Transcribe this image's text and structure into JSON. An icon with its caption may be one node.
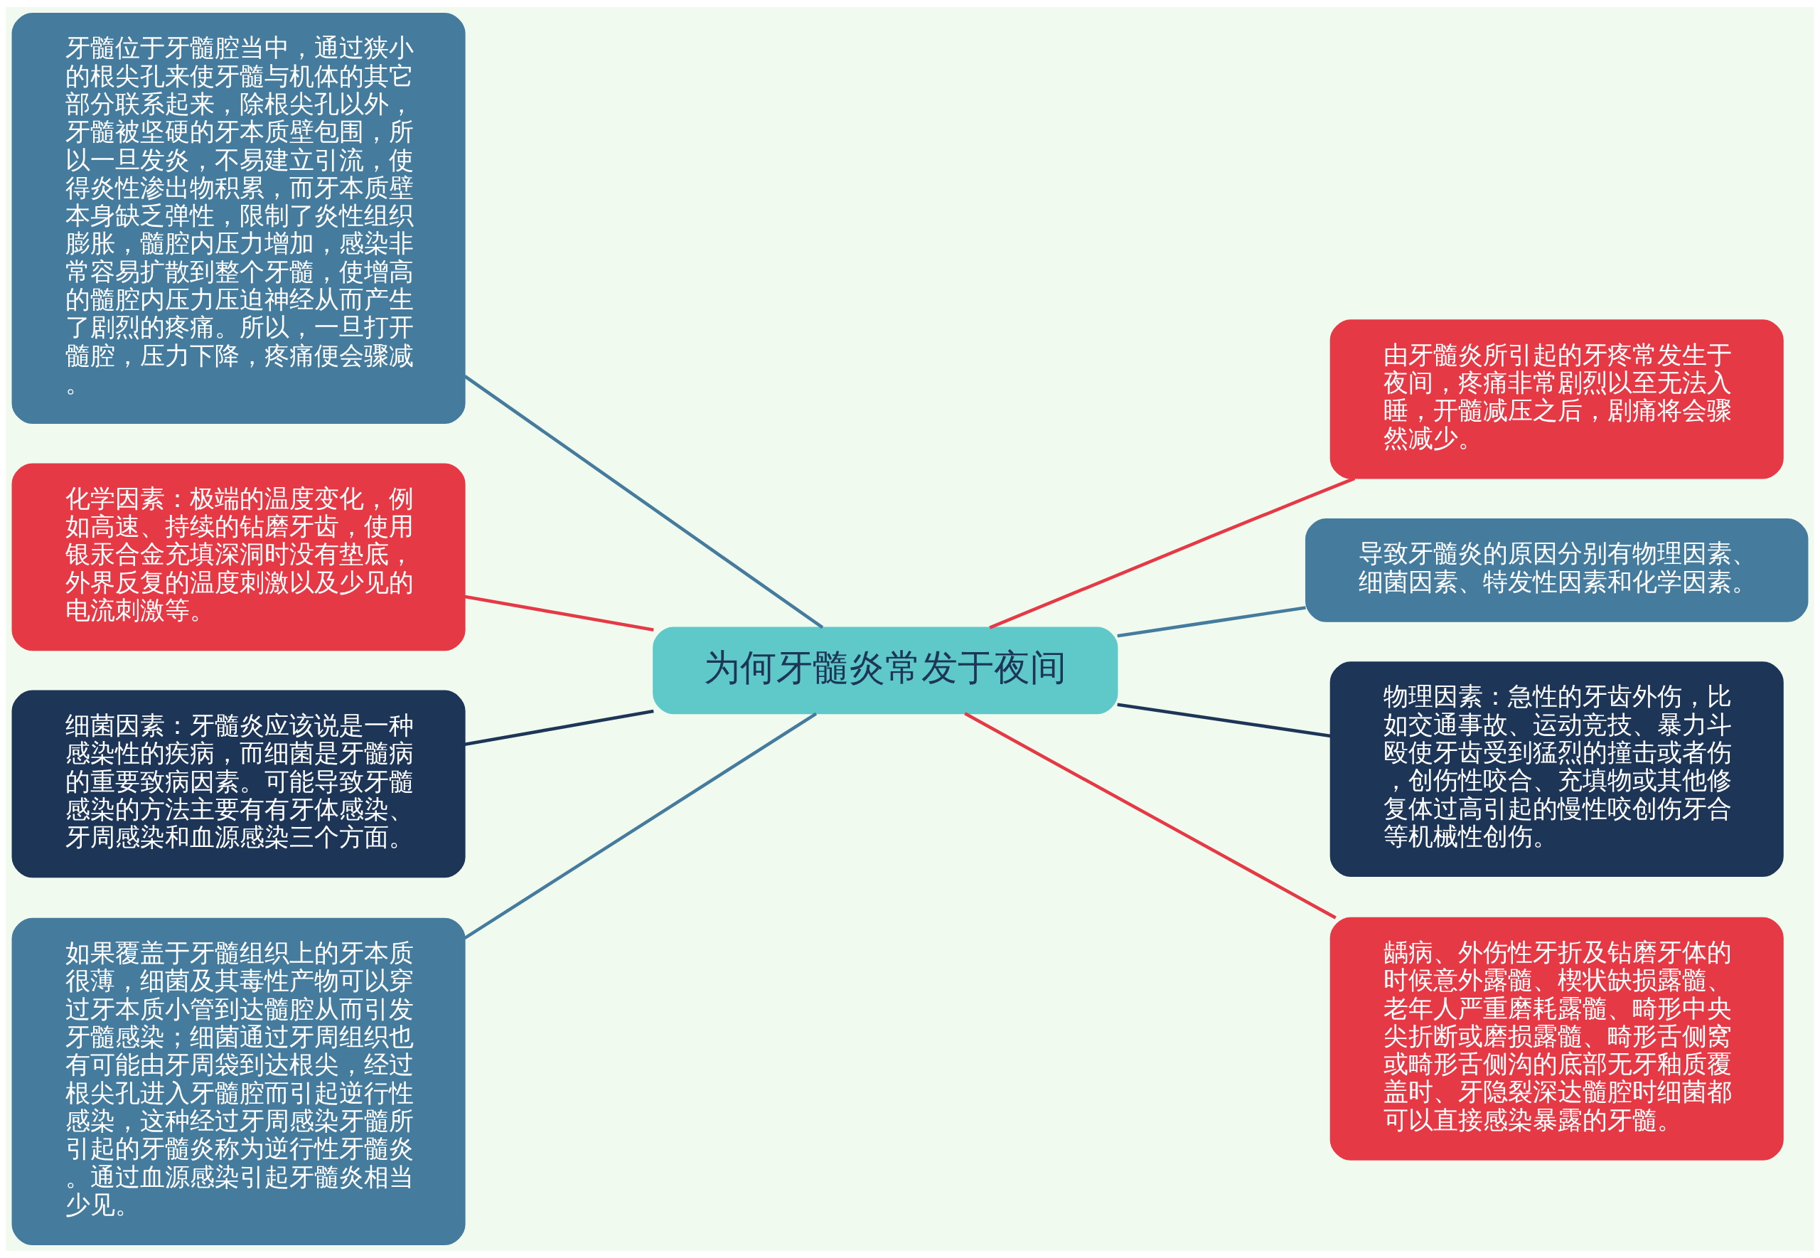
{
  "diagram": {
    "nodes": [
      {
        "text": [
          "为何牙髓炎常发于夜间"
        ]
      },
      {
        "text": [
          "牙髓位于牙髓腔当中，通过狭小的根尖孔来使牙髓与机体的其它部分联系起来，除根尖孔以外，牙髓被坚硬的牙本质壁包围，所以一旦发炎，不易建立引流，使得炎性渗出物积累，而牙本质壁本身缺乏弹性，限制了炎性组织膨胀，髓腔内压力增加，感染非常容易扩散到整个牙髓，使增高的髓腔内压力压迫神经从而产生了剧烈的疼痛。所以，一旦打开髓腔，压力下降，疼痛便会骤减。"
        ]
      },
      {
        "text": [
          "化学因素：极端的温度变化，例如高速、持续的钻磨牙齿，使用银汞合金充填深洞时没有垫底，外界反复的温度刺激以及少见的电流刺激等。"
        ]
      },
      {
        "text": [
          "细菌因素：牙髓炎应该说是一种感染性的疾病，而细菌是牙髓病的重要致病因素。可能导致牙髓感染的方法主要有有牙体感染、牙周感染和血源感染三个方面。"
        ]
      },
      {
        "text": [
          "如果覆盖于牙髓组织上的牙本质很薄，细菌及其毒性产物可以穿过牙本质小管到达髓腔从而引发牙髓感染；细菌通过牙周组织也有可能由牙周袋到达根尖，经过根尖孔进入牙髓腔而引起逆行性感染，这种经过牙周感染牙髓所引起的牙髓炎称为逆行性牙髓炎。通过血源感染引起牙髓炎相当少见。"
        ]
      },
      {
        "text": [
          "由牙髓炎所引起的牙疼常发生于夜间，疼痛非常剧烈以至无法入睡，开髓减压之后，剧痛将会骤然减少。"
        ]
      },
      {
        "text": [
          "导致牙髓炎的原因分别有物理因素、细菌因素、特发性因素和化学因素。"
        ]
      },
      {
        "text": [
          "物理因素：急性的牙齿外伤，比如交通事故、运动竞技、暴力斗殴使牙齿受到猛烈的撞击或者伤，创伤性咬合、充填物或其他修复体过高引起的慢性咬创伤牙合等机械性创伤。"
        ]
      },
      {
        "text": [
          "龋病、外伤性牙折及钻磨牙体的时候意外露髓、楔状缺损露髓、老年人严重磨耗露髓、畸形中央尖折断或磨损露髓、畸形舌侧窝或畸形舌侧沟的底部无牙釉质覆盖时、牙隐裂深达髓腔时细菌都可以直接感染暴露的牙髓。"
        ]
      }
    ],
    "edges": [
      {
        "from": 0,
        "to": 1,
        "arrow": "none",
        "color": "#457b9d"
      },
      {
        "from": 0,
        "to": 2,
        "arrow": "none",
        "color": "#e63946"
      },
      {
        "from": 0,
        "to": 3,
        "arrow": "none",
        "color": "#1d3557"
      },
      {
        "from": 0,
        "to": 4,
        "arrow": "none",
        "color": "#457b9d"
      },
      {
        "from": 0,
        "to": 5,
        "arrow": "none",
        "color": "#e63946"
      },
      {
        "from": 0,
        "to": 6,
        "arrow": "none",
        "color": "#457b9d"
      },
      {
        "from": 0,
        "to": 7,
        "arrow": "none",
        "color": "#1d3557"
      },
      {
        "from": 0,
        "to": 8,
        "arrow": "none",
        "color": "#e63946"
      }
    ]
  }
}
